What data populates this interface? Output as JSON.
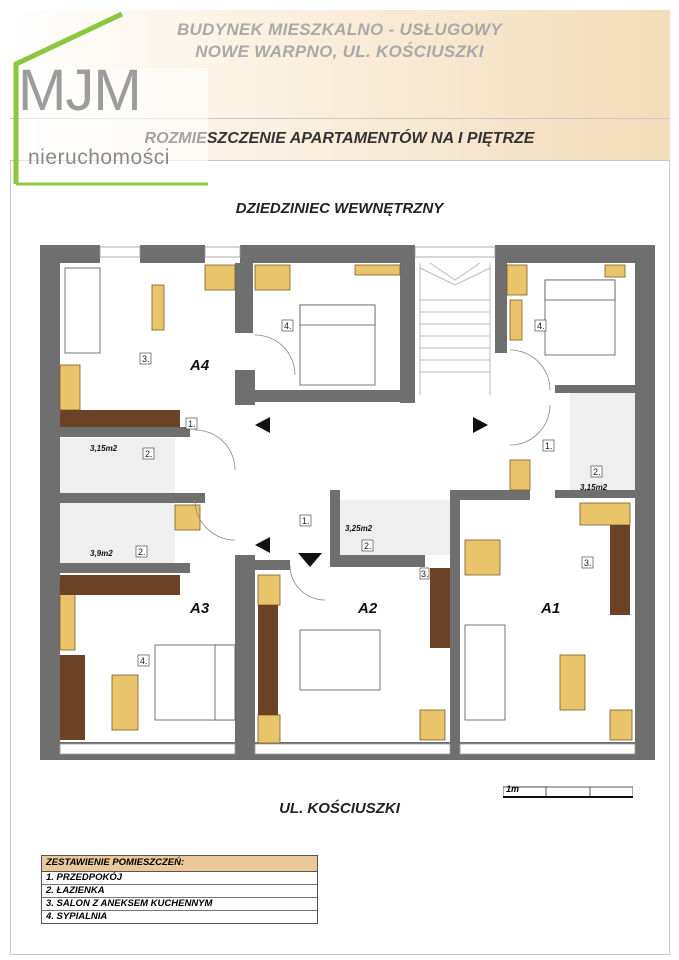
{
  "header": {
    "title_line1": "BUDYNEK MIESZKALNO - USŁUGOWY",
    "title_line2": "NOWE WARPNO, UL. KOŚCIUSZKI",
    "subtitle": "ROZMIESZCZENIE APARTAMENTÓW NA I PIĘTRZE"
  },
  "logo": {
    "mark": "MJM",
    "tagline": "nieruchomości"
  },
  "plan": {
    "top_label": "DZIEDZINIEC  WEWNĘTRZNY",
    "bottom_label": "UL. KOŚCIUSZKI",
    "apartments": [
      "A4",
      "A3",
      "A2",
      "A1"
    ],
    "areas": [
      "3,15m2",
      "3,9m2",
      "3,25m2",
      "3,15m2"
    ],
    "scale_label": "1m",
    "colors": {
      "wall": "#6f6f6f",
      "wood": "#e9c46a",
      "dark_wood": "#6b4226",
      "tile": "#ededed"
    }
  },
  "legend": {
    "heading": "ZESTAWIENIE POMIESZCZEŃ:",
    "items": [
      "1.  PRZEDPOKÓJ",
      "2.  ŁAZIENKA",
      "3. SALON Z ANEKSEM KUCHENNYM",
      "4.  SYPIALNIA"
    ]
  }
}
